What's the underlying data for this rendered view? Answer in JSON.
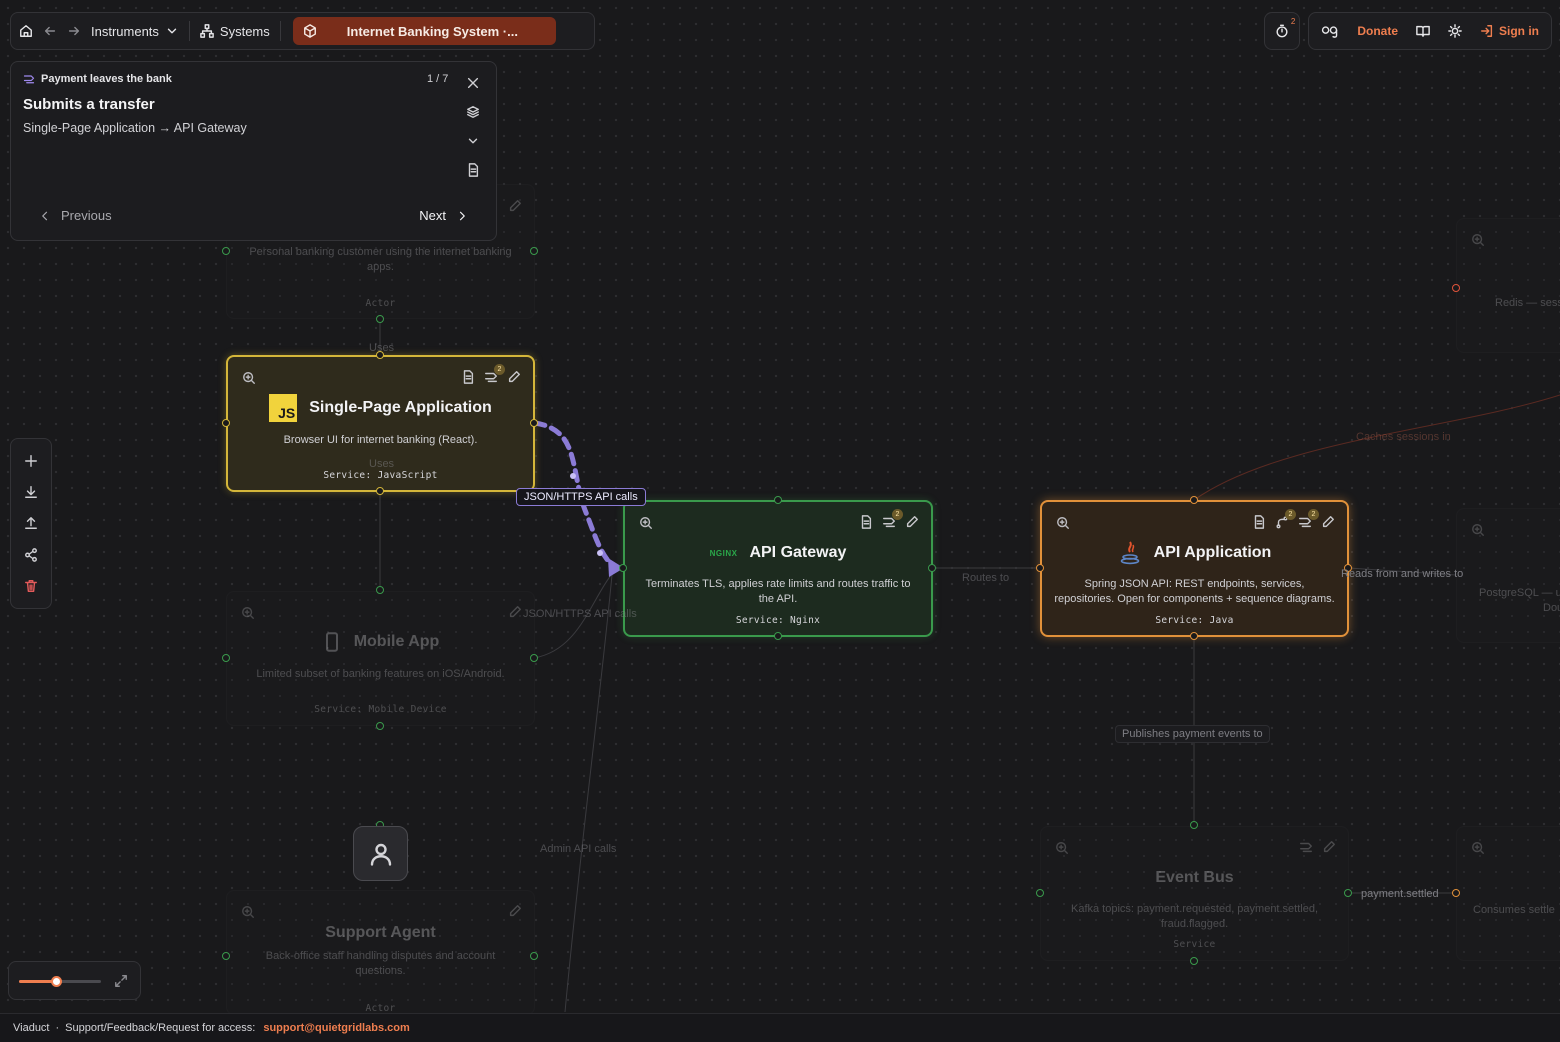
{
  "topbar": {
    "instruments_label": "Instruments",
    "systems_label": "Systems",
    "active_tab_label": "Internet Banking System ·...",
    "notifications_count": "2",
    "donate_label": "Donate",
    "signin_label": "Sign in"
  },
  "walkthrough": {
    "flow_name": "Payment leaves the bank",
    "step_indicator": "1 / 7",
    "step_title": "Submits a transfer",
    "step_route": "Single-Page Application → API Gateway",
    "previous_label": "Previous",
    "next_label": "Next"
  },
  "nodes": {
    "customer": {
      "description": "Personal banking customer using the internet banking apps.",
      "type_label": "Actor"
    },
    "spa": {
      "logo_text": "JS",
      "title": "Single-Page Application",
      "description": "Browser UI for internet banking (React).",
      "service": "Service: JavaScript",
      "badge": "2"
    },
    "gateway": {
      "logo_text": "NGINX",
      "title": "API Gateway",
      "description": "Terminates TLS, applies rate limits and routes traffic to the API.",
      "service": "Service: Nginx",
      "badge": "2"
    },
    "api": {
      "title": "API Application",
      "description": "Spring JSON API: REST endpoints, services, repositories. Open for components + sequence diagrams.",
      "service": "Service: Java",
      "badge_branch": "2",
      "badge_flow": "2"
    },
    "mobile": {
      "title": "Mobile App",
      "description": "Limited subset of banking features on iOS/Android.",
      "service": "Service: Mobile Device"
    },
    "support": {
      "title": "Support Agent",
      "description": "Back-office staff handling disputes and account questions.",
      "type_label": "Actor"
    },
    "eventbus": {
      "title": "Event Bus",
      "description": "Kafka topics: payment.requested, payment.settled, fraud.flagged.",
      "service": "Service"
    },
    "redis": {
      "description": "Redis — sess"
    },
    "postgres": {
      "description": "PostgreSQL — us",
      "description2": "Dou"
    },
    "consumer": {
      "description": "Consumes settle"
    }
  },
  "edges": {
    "active_label": "JSON/HTTPS API calls",
    "uses": "Uses",
    "uses2": "Uses",
    "mobile_calls": "JSON/HTTPS API calls",
    "routes_to": "Routes to",
    "reads_writes": "Reads from and writes to",
    "caches": "Caches sessions in",
    "publishes": "Publishes payment events to",
    "admin_calls": "Admin API calls",
    "payment_settled": "payment.settled"
  },
  "zoom": {
    "level": 0.45
  },
  "footer": {
    "app_name": "Viaduct",
    "dot": "·",
    "support_text": "Support/Feedback/Request for access:",
    "email": "support@quietgridlabs.com"
  },
  "colors": {
    "accent": "#ef7e4f",
    "spa_border": "#d4b63a",
    "gateway_border": "#3a9a4c",
    "api_border": "#e1913a",
    "active_edge": "#8b7bd6"
  }
}
